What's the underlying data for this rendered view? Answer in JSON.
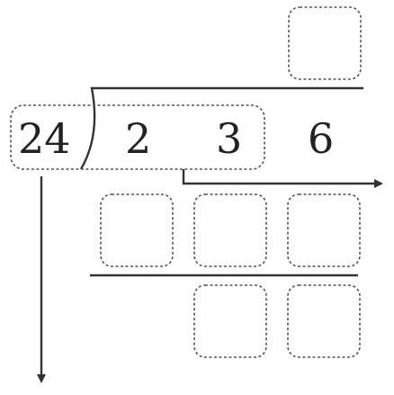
{
  "division": {
    "divisor": "24",
    "dividend_digits": [
      "2",
      "3",
      "6"
    ]
  },
  "colors": {
    "ink": "#222222",
    "box_border": "#555555"
  },
  "icons": {
    "down_arrow": "arrow-down-icon",
    "right_arrow": "arrow-right-icon"
  }
}
